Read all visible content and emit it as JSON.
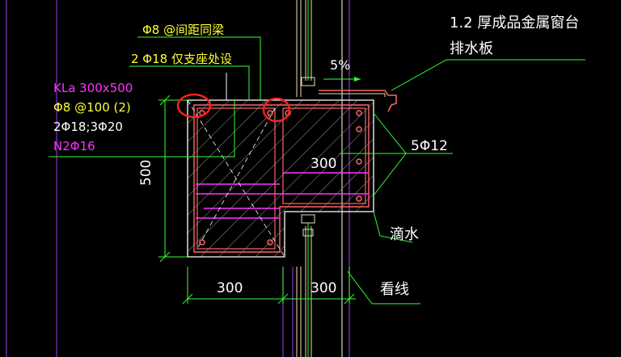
{
  "colors": {
    "background": "#000000",
    "green": "#33ff33",
    "yellow": "#ffff33",
    "white": "#ffffff",
    "magenta": "#ff33ff",
    "red": "#ff2020",
    "rebar": "#ff6666",
    "frame": "#e8dcb0",
    "purple": "#8833cc"
  },
  "labels": {
    "stirrup_note": "Φ8 @间距同梁",
    "bar_note": "2 Φ18 仅支座处设",
    "beam_name": "KLa 300x500",
    "beam_stirrup": "Φ8 @100 (2)",
    "beam_main": "2Φ18;3Φ20",
    "beam_side": "N2Φ16",
    "sill_title": "1.2  厚成品金属窗台",
    "sill_title2": "排水板",
    "slope": "5%",
    "bars": "5Φ12",
    "drip": "滴水",
    "sightline": "看线",
    "dim_height": "500",
    "dim_width_left": "300",
    "dim_width_right": "300",
    "dim_ledge": "300"
  }
}
